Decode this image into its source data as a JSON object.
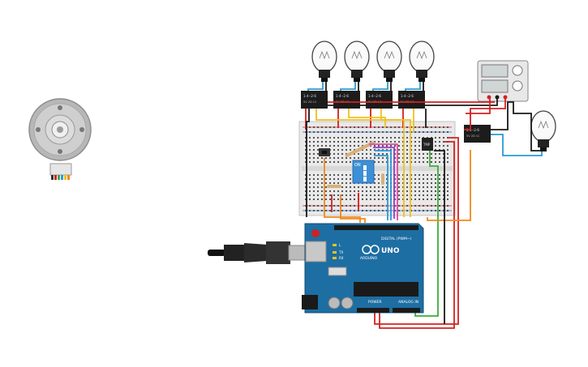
{
  "components": {
    "relays": [
      {
        "label": "1-4--2-6",
        "spec": "5V 2D 1C"
      },
      {
        "label": "1-4--2-6",
        "spec": "5V 2D 1C"
      },
      {
        "label": "1-4--2-6",
        "spec": "5V 2D 1C"
      },
      {
        "label": "1-4--2-6",
        "spec": "5V 2D 1C"
      },
      {
        "label": "1-4--2-6",
        "spec": "5V 2D 1C"
      }
    ],
    "dip_switch_label": "ON",
    "temp_sensor_label": "TMP",
    "arduino": {
      "brand": "ARDUINO",
      "model": "UNO",
      "digital_header": "DIGITAL (PWM~)",
      "power_header": "POWER",
      "analog_header": "ANALOG IN",
      "tx_label": "TX",
      "rx_label": "RX",
      "l_label": "L"
    }
  },
  "colors": {
    "wire_red": "#d42020",
    "wire_black": "#1a1a1a",
    "wire_yellow": "#f0c020",
    "wire_orange": "#f0891e",
    "wire_blue": "#2a9ad8",
    "wire_green": "#3aae3a",
    "wire_purple": "#9b3ad0",
    "wire_pink": "#e04aa0",
    "arduino_blue": "#1d6ea3",
    "breadboard": "#e9e9e9"
  }
}
